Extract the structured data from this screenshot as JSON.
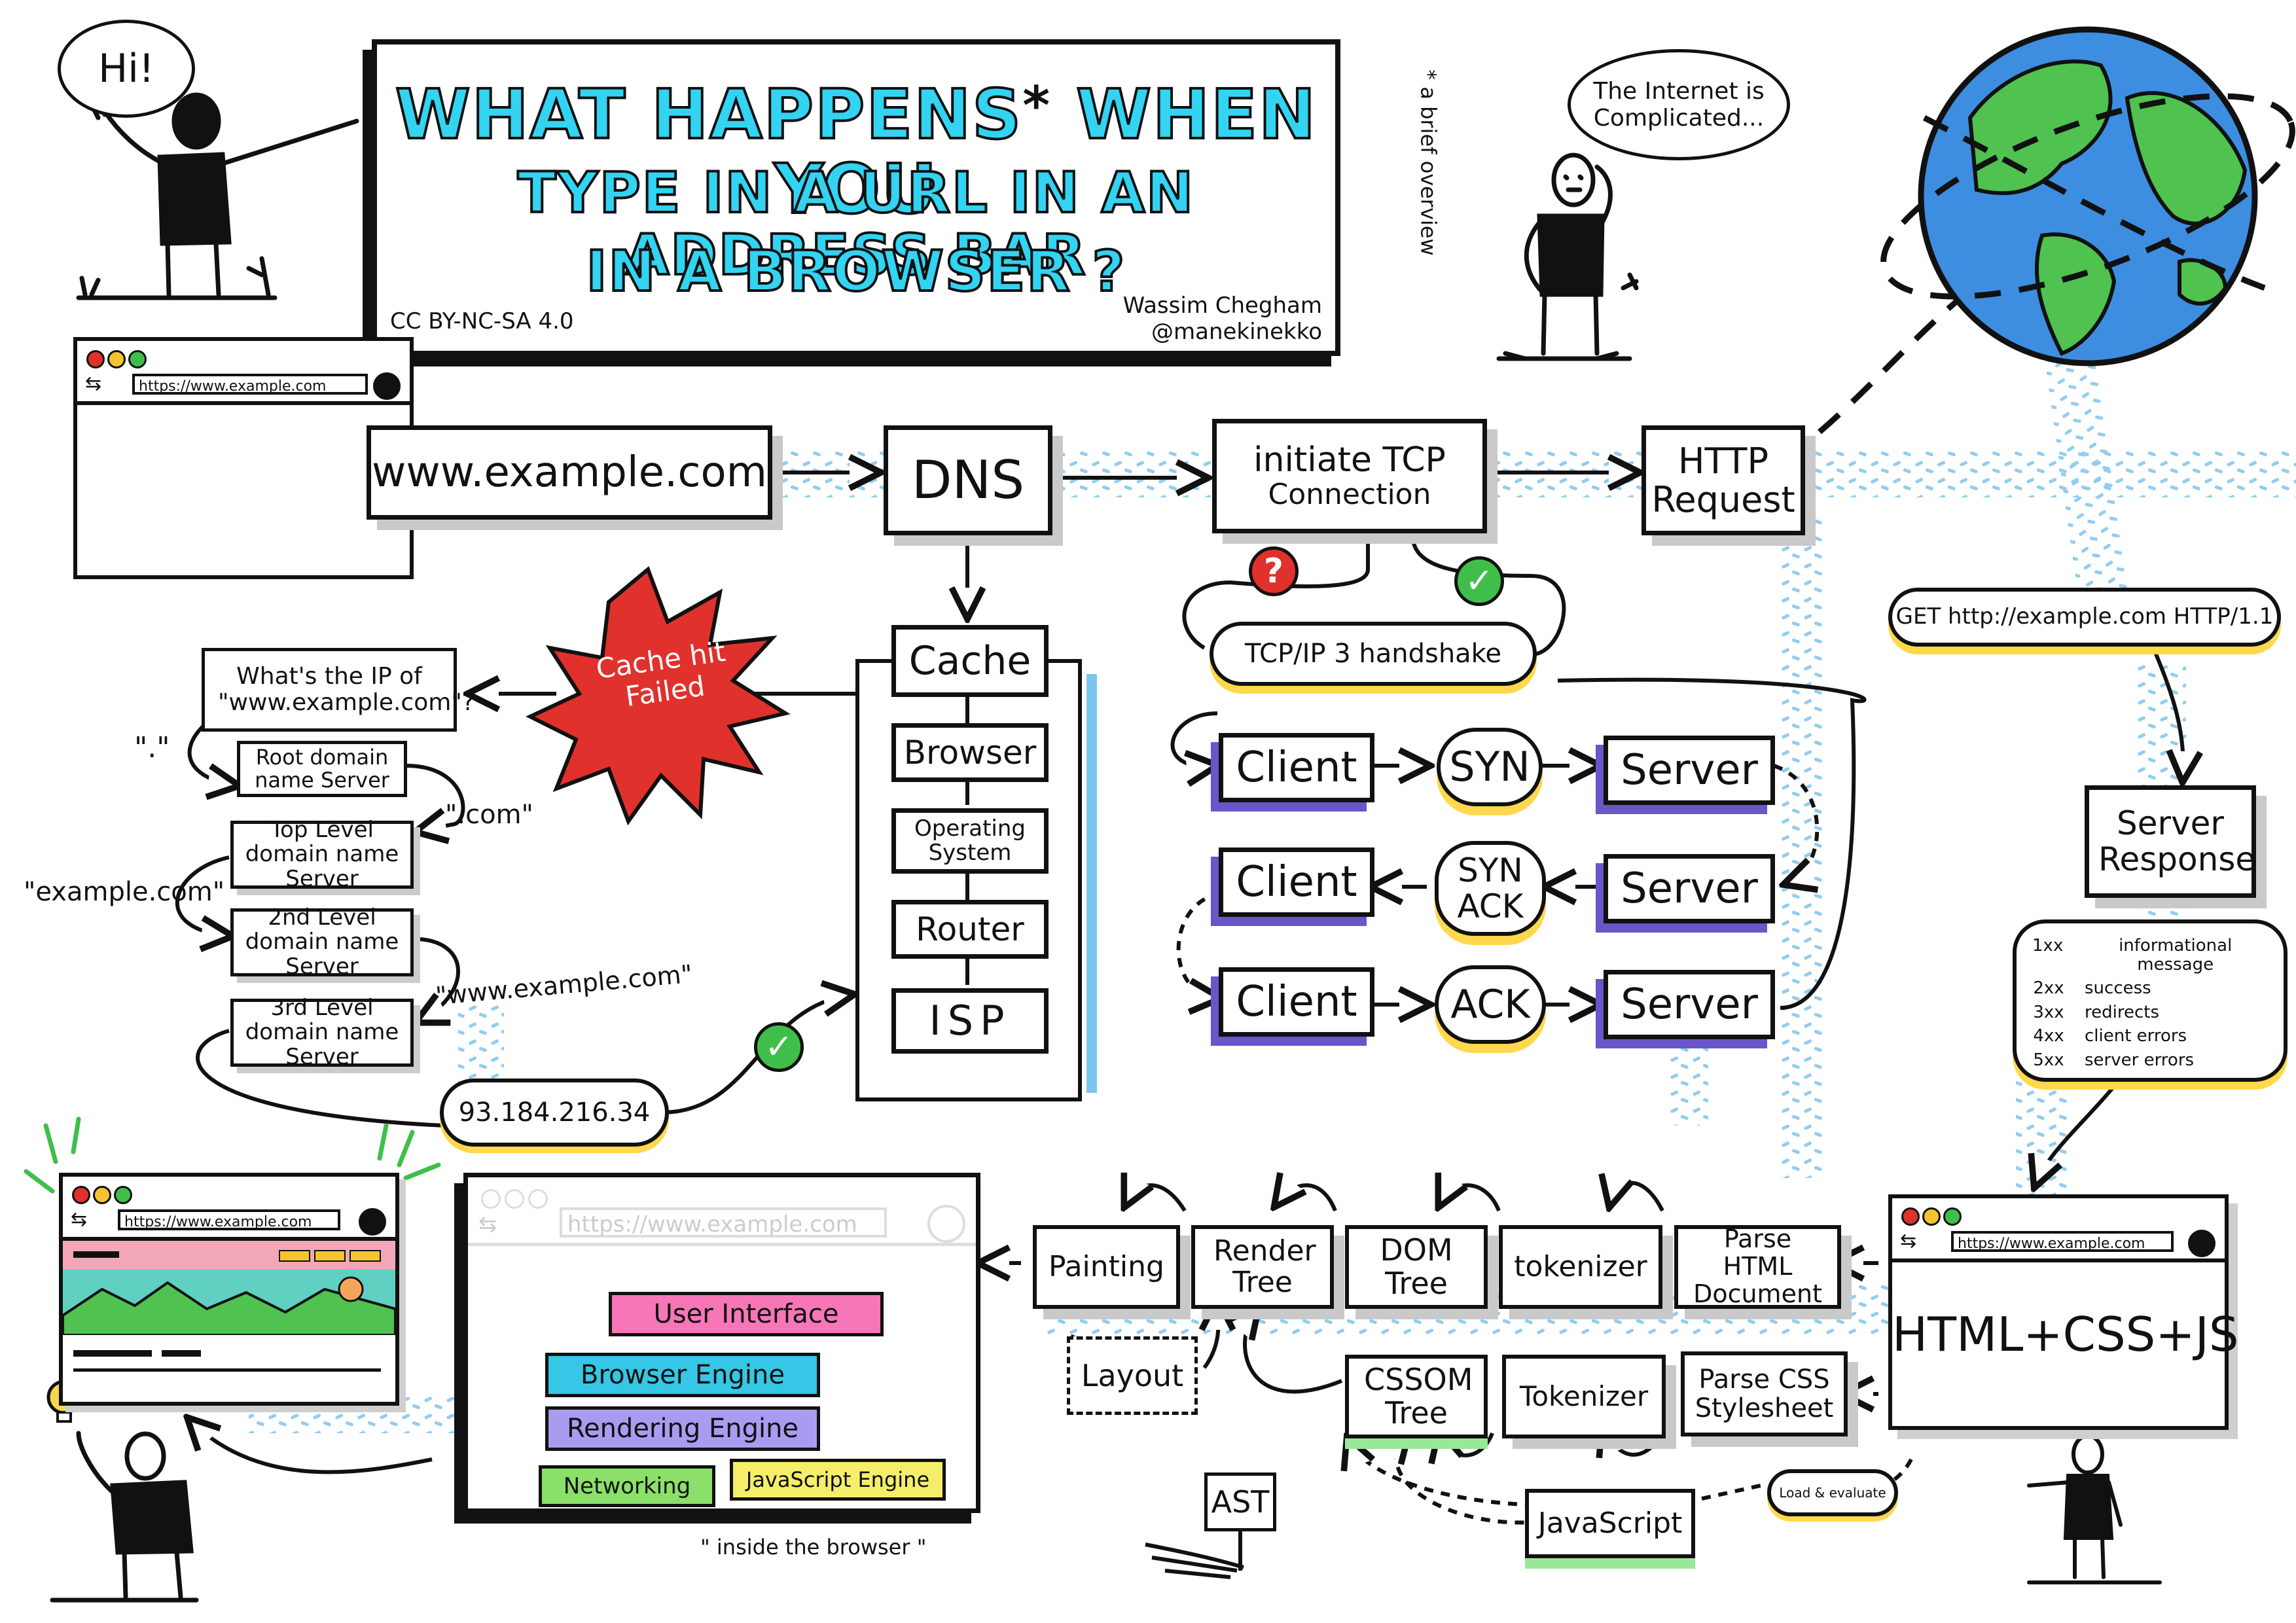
{
  "colors": {
    "title_fill": "#33d3f2",
    "dotted_trail": "#7cc6ee",
    "shadow_purple": "#6a55c9",
    "glow_yellow": "#ffd84d",
    "glow_green": "#9be79a",
    "cache_burst": "#e0312c",
    "check_green": "#3fbf4a",
    "question_red": "#e0312c",
    "globe_ocean": "#3d8ee0",
    "globe_land": "#4fc24f",
    "layer_pink": "#f776b8",
    "layer_cyan": "#36c6e6",
    "layer_purple": "#a99cf0",
    "layer_green": "#8be06a",
    "layer_yellow": "#f5ee6a"
  },
  "title": {
    "line1": "WHAT HAPPENS",
    "asterisk": "*",
    "line1b": "WHEN YOU",
    "line2": "TYPE IN A URL IN AN ADDRESS BAR",
    "line3": "IN A BROWSER ?",
    "footnote": "* a brief overview",
    "license": "CC BY-NC-SA 4.0",
    "author": "Wassim Chegham",
    "handle": "@manekinekko"
  },
  "speech": {
    "hi": "Hi!",
    "internet": "The Internet is Complicated..."
  },
  "browser": {
    "url": "https://www.example.com"
  },
  "flow": {
    "address": "www.example.com",
    "dns": "DNS",
    "tcp_line1": "initiate TCP",
    "tcp_line2": "Connection",
    "http_line1": "HTTP",
    "http_line2": "Request"
  },
  "cache": {
    "title": "Cache",
    "items": [
      "Browser",
      "Operating System",
      "Router",
      "ISP"
    ],
    "miss": "Cache hit Failed"
  },
  "resolution": {
    "question": "What's the IP of \"www.example.com\"?",
    "root": "Root domain name Server",
    "tld": "Top Level domain name Server",
    "second": "2nd Level domain name Server",
    "third": "3rd Level domain name Server",
    "dot": "\".\"",
    "com": "\".com\"",
    "example": "\"example.com\"",
    "www": "\"www.example.com\"",
    "ip": "93.184.216.34"
  },
  "handshake": {
    "label": "TCP/IP 3 handshake",
    "client": "Client",
    "server": "Server",
    "syn": "SYN",
    "synack": "SYN ACK",
    "ack": "ACK"
  },
  "response": {
    "get": "GET http://example.com HTTP/1.1",
    "server_response": "Server Response",
    "codes": [
      {
        "code": "1xx",
        "meaning": "informational message"
      },
      {
        "code": "2xx",
        "meaning": "success"
      },
      {
        "code": "3xx",
        "meaning": "redirects"
      },
      {
        "code": "4xx",
        "meaning": "client errors"
      },
      {
        "code": "5xx",
        "meaning": "server errors"
      }
    ],
    "bundle": "HTML+CSS+JS"
  },
  "pipeline": {
    "parse_html": "Parse HTML Document",
    "tokenizer1": "tokenizer",
    "dom": "DOM Tree",
    "render": "Render Tree",
    "painting": "Painting",
    "layout": "Layout",
    "parse_css": "Parse CSS Stylesheet",
    "tokenizer2": "Tokenizer",
    "cssom": "CSSOM Tree",
    "javascript": "JavaScript",
    "load_eval": "Load & evaluate",
    "ast": "AST"
  },
  "inside": {
    "url": "https://www.example.com",
    "layers": [
      "User Interface",
      "Browser Engine",
      "Rendering Engine",
      "Networking",
      "JavaScript Engine"
    ],
    "caption": "\" inside the browser \""
  }
}
